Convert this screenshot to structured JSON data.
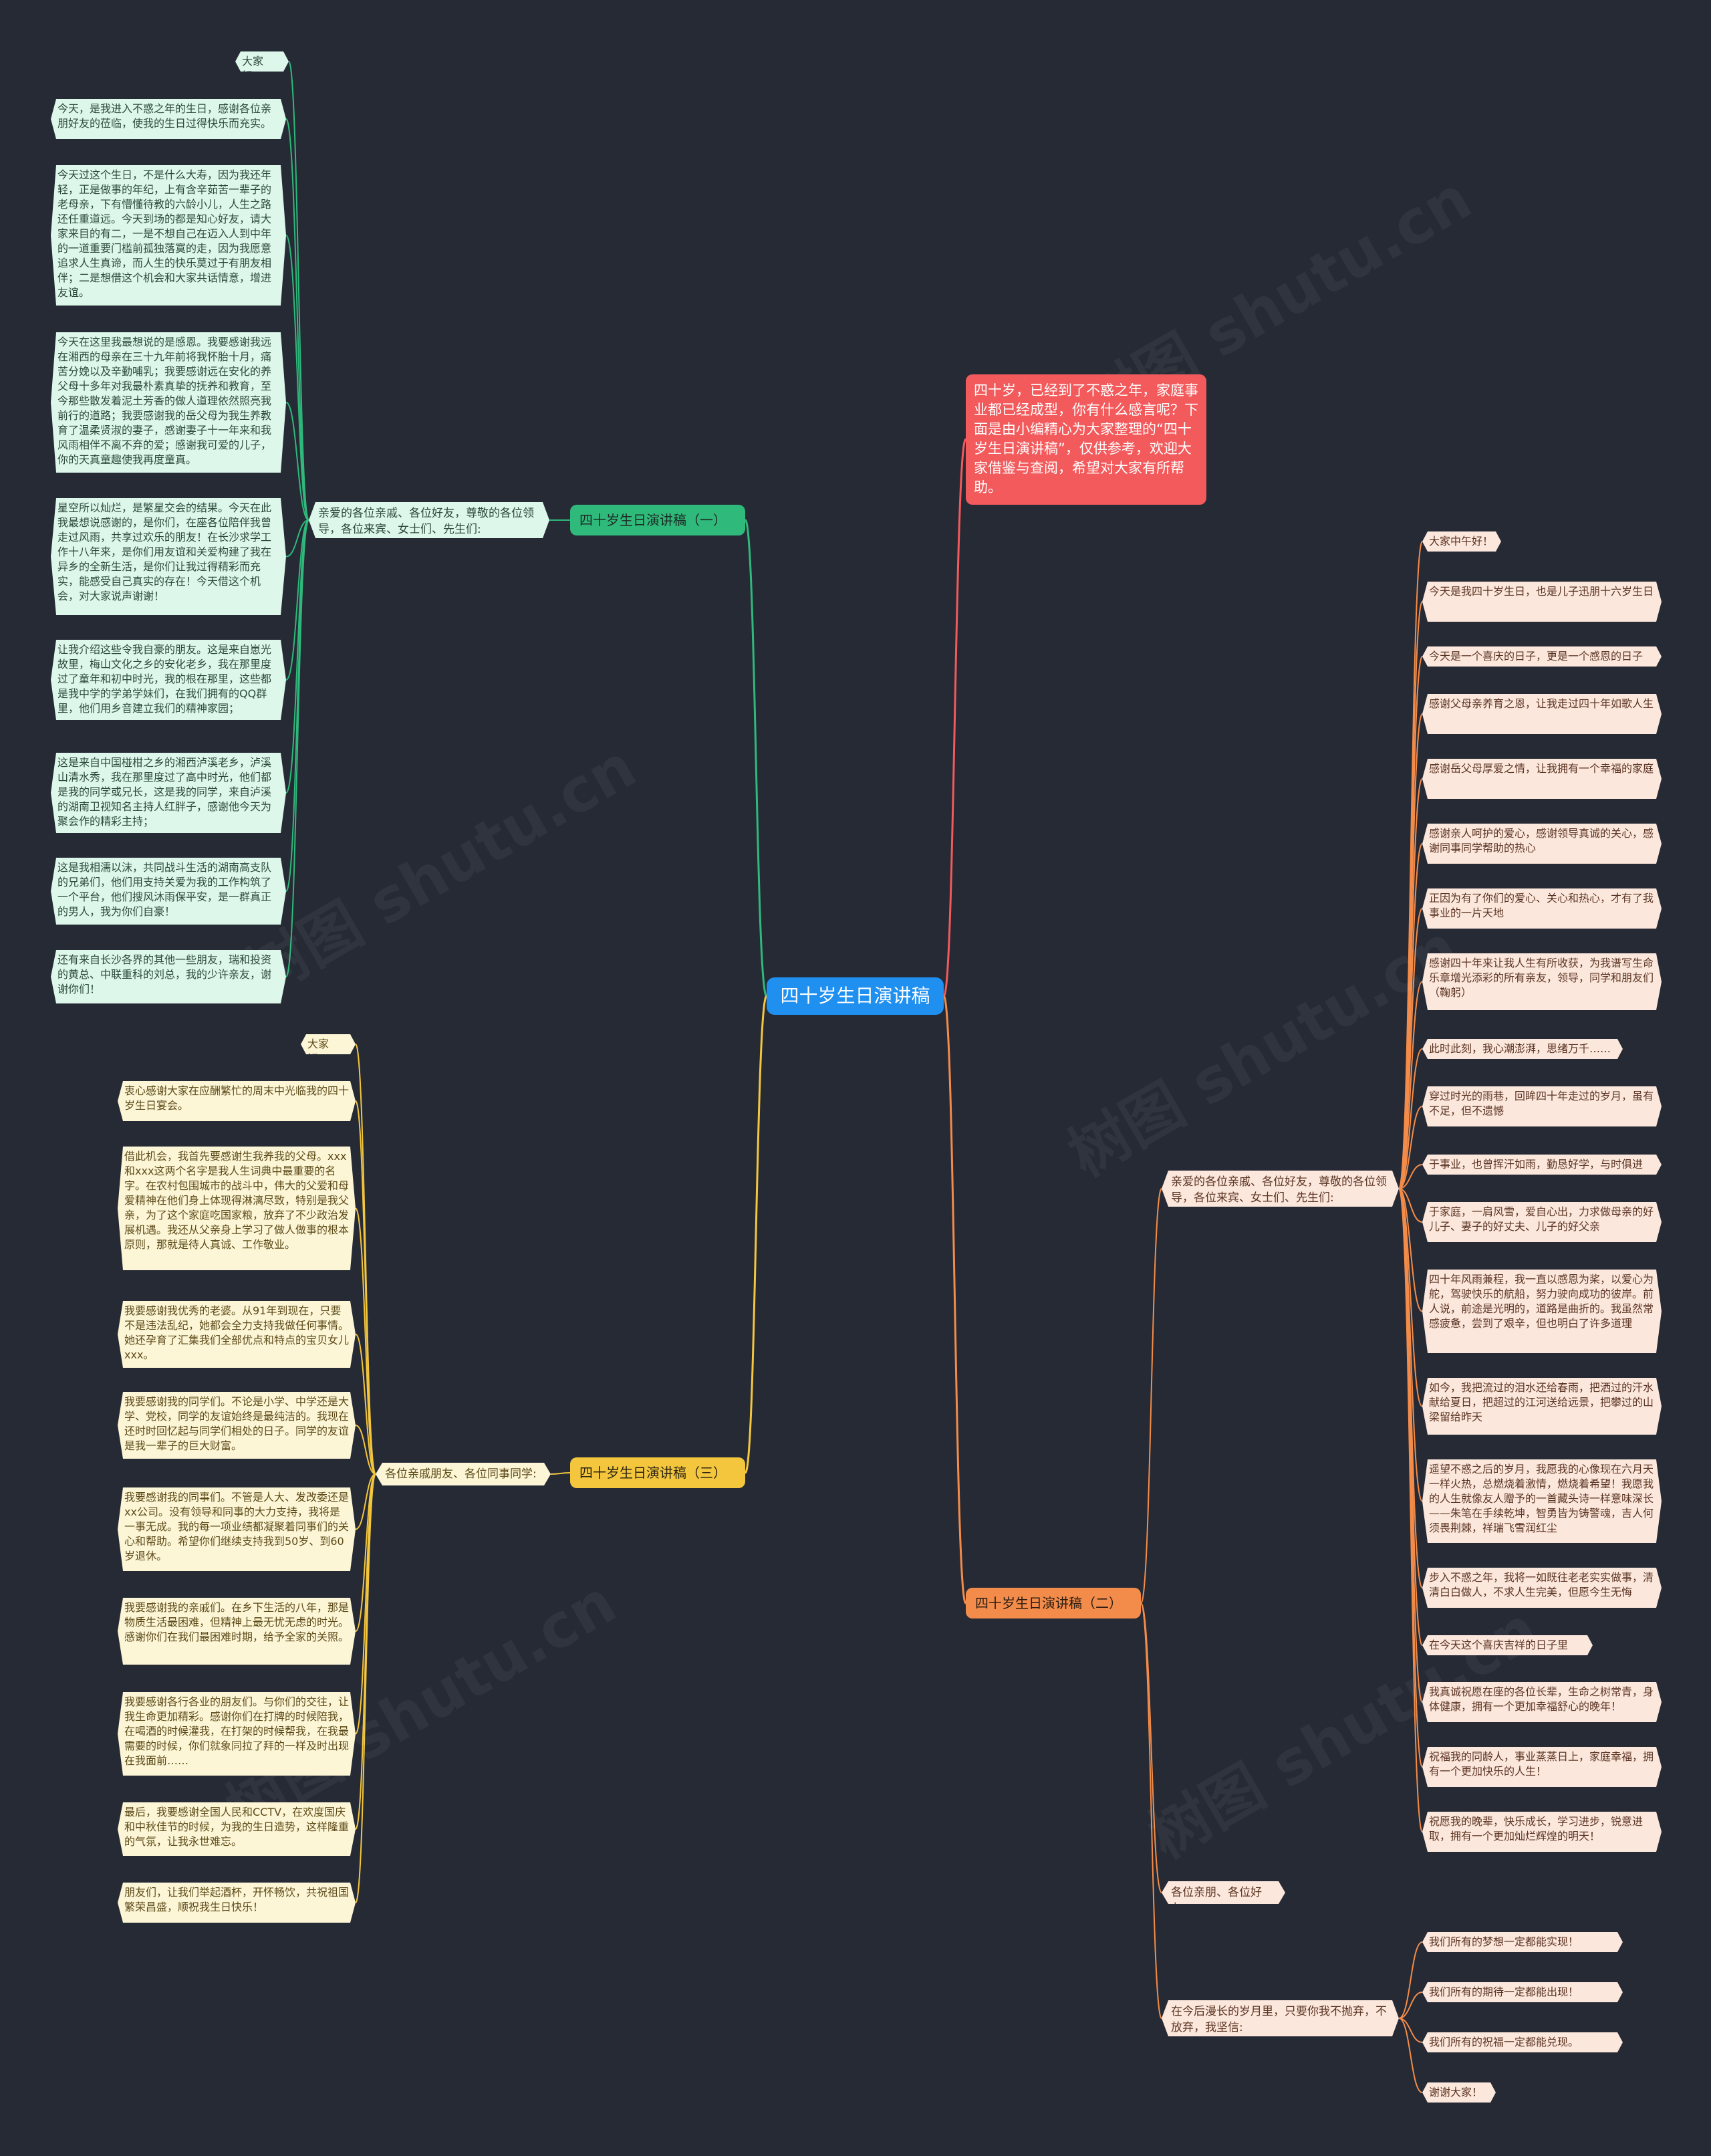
{
  "root": {
    "title": "四十岁生日演讲稿"
  },
  "intro": {
    "text": "四十岁，已经到了不惑之年，家庭事业都已经成型，你有什么感言呢？下面是由小编精心为大家整理的“四十岁生日演讲稿”，仅供参考，欢迎大家借鉴与查阅，希望对大家有所帮助。"
  },
  "branch1": {
    "title": "四十岁生日演讲稿（一）",
    "sub": "亲爱的各位亲戚、各位好友，尊敬的各位领导，各位来宾、女士们、先生们:",
    "leaves": [
      "大家好！",
      "今天，是我进入不惑之年的生日，感谢各位亲朋好友的莅临，使我的生日过得快乐而充实。",
      "今天过这个生日，不是什么大寿，因为我还年轻，正是做事的年纪，上有含辛茹苦一辈子的老母亲，下有懵懂待教的六龄小儿，人生之路还任重道远。今天到场的都是知心好友，请大家来目的有二，一是不想自己在迈入人到中年的一道重要门槛前孤独落寞的走，因为我愿意追求人生真谛，而人生的快乐莫过于有朋友相伴；二是想借这个机会和大家共话情意，增进友谊。",
      "今天在这里我最想说的是感恩。我要感谢我远在湘西的母亲在三十九年前将我怀胎十月，痛苦分娩以及辛勤哺乳；我要感谢远在安化的养父母十多年对我最朴素真挚的抚养和教育，至今那些散发着泥土芳香的做人道理依然照亮我前行的道路；我要感谢我的岳父母为我生养教育了温柔贤淑的妻子，感谢妻子十一年来和我风雨相伴不离不弃的爱；感谢我可爱的儿子，你的天真童趣使我再度童真。",
      "星空所以灿烂，是繁星交会的结果。今天在此我最想说感谢的，是你们，在座各位陪伴我曾走过风雨，共享过欢乐的朋友！在长沙求学工作十八年来，是你们用友谊和关爱构建了我在异乡的全新生活，是你们让我过得精彩而充实，能感受自己真实的存在！今天借这个机会，对大家说声谢谢！",
      "让我介绍这些令我自豪的朋友。这是来自崽光故里，梅山文化之乡的安化老乡，我在那里度过了童年和初中时光，我的根在那里，这些都是我中学的学弟学妹们，在我们拥有的QQ群里，他们用乡音建立我们的精神家园；",
      "这是来自中国椪柑之乡的湘西泸溪老乡，泸溪山清水秀，我在那里度过了高中时光，他们都是我的同学或兄长，这是我的同学，来自泸溪的湖南卫视知名主持人红胖子，感谢他今天为聚会作的精彩主持；",
      "这是我相濡以沫，共同战斗生活的湖南高支队的兄弟们，他们用支持关爱为我的工作构筑了一个平台，他们搜风沐雨保平安，是一群真正的男人，我为你们自豪！",
      "还有来自长沙各界的其他一些朋友，瑞和投资的黄总、中联重科的刘总，我的少许亲友，谢谢你们！"
    ]
  },
  "branch2": {
    "title": "四十岁生日演讲稿（二）",
    "sub1": "亲爱的各位亲戚、各位好友，尊敬的各位领导，各位来宾、女士们、先生们:",
    "leaves1": [
      "大家中午好！",
      "今天是我四十岁生日，也是儿子迅朋十六岁生日",
      "今天是一个喜庆的日子，更是一个感恩的日子",
      "感谢父母亲养育之恩，让我走过四十年如歌人生",
      "感谢岳父母厚爱之情，让我拥有一个幸福的家庭",
      "感谢亲人呵护的爱心，感谢领导真诚的关心，感谢同事同学帮助的热心",
      "正因为有了你们的爱心、关心和热心，才有了我事业的一片天地",
      "感谢四十年来让我人生有所收获，为我谱写生命乐章增光添彩的所有亲友，领导，同学和朋友们（鞠躬）",
      "此时此刻，我心潮澎湃，思绪万千……",
      "穿过时光的雨巷，回眸四十年走过的岁月，虽有不足，但不遗憾",
      "于事业，也曾挥汗如雨，勤恳好学，与时俱进",
      "于家庭，一肩风雪，爱自心出，力求做母亲的好儿子、妻子的好丈夫、儿子的好父亲",
      "四十年风雨兼程，我一直以感恩为桨，以爱心为舵，驾驶快乐的航船，努力驶向成功的彼岸。前人说，前途是光明的，道路是曲折的。我虽然常感疲惫，尝到了艰辛，但也明白了许多道理",
      "如今，我把流过的泪水还给春雨，把洒过的汗水献给夏日，把超过的江河送给远景，把攀过的山梁留给昨天",
      "遥望不惑之后的岁月，我愿我的心像现在六月天一样火热，总燃烧着激情，燃烧着希望！我愿我的人生就像友人赠予的一首藏头诗一样意味深长——朱笔在手续乾坤，智勇皆为铸警魂，吉人何须畏荆棘，祥瑞飞雪润红尘",
      "步入不惑之年，我将一如既往老老实实做事，清清白白做人，不求人生完美，但愿今生无悔",
      "在今天这个喜庆吉祥的日子里",
      "我真诚祝愿在座的各位长辈，生命之树常青，身体健康，拥有一个更加幸福舒心的晚年！",
      "祝福我的同龄人，事业蒸蒸日上，家庭幸福，拥有一个更加快乐的人生！",
      "祝愿我的晚辈，快乐成长，学习进步，锐意进取，拥有一个更加灿烂辉煌的明天！"
    ],
    "sub2": "各位亲朋、各位好友:",
    "sub3": "在今后漫长的岁月里，只要你我不抛弃，不放弃，我坚信:",
    "leaves3": [
      "我们所有的梦想一定都能实现！",
      "我们所有的期待一定都能出现！",
      "我们所有的祝福一定都能兑现。",
      "谢谢大家！"
    ]
  },
  "branch3": {
    "title": "四十岁生日演讲稿（三）",
    "sub": "各位亲戚朋友、各位同事同学:",
    "leaves": [
      "大家好！",
      "衷心感谢大家在应酬繁忙的周末中光临我的四十岁生日宴会。",
      "借此机会，我首先要感谢生我养我的父母。xxx和xxx这两个名字是我人生词典中最重要的名字。在农村包围城市的战斗中，伟大的父爱和母爱精神在他们身上体现得淋漓尽致，特别是我父亲，为了这个家庭吃国家粮，放弃了不少政治发展机遇。我还从父亲身上学习了做人做事的根本原则，那就是待人真诚、工作敬业。",
      "我要感谢我优秀的老婆。从91年到现在，只要不是违法乱纪，她都会全力支持我做任何事情。她还孕育了汇集我们全部优点和特点的宝贝女儿xxx。",
      "我要感谢我的同学们。不论是小学、中学还是大学、党校，同学的友谊始终是最纯洁的。我现在还时时回忆起与同学们相处的日子。同学的友谊是我一辈子的巨大财富。",
      "我要感谢我的同事们。不管是人大、发改委还是xx公司。没有领导和同事的大力支持，我将是一事无成。我的每一项业绩都凝聚着同事们的关心和帮助。希望你们继续支持我到50岁、到60岁退休。",
      "我要感谢我的亲戚们。在乡下生活的八年，那是物质生活最困难，但精神上最无忧无虑的时光。感谢你们在我们最困难时期，给予全家的关照。",
      "我要感谢各行各业的朋友们。与你们的交往，让我生命更加精彩。感谢你们在打牌的时候陪我，在喝酒的时候灌我，在打架的时候帮我，在我最需要的时候，你们就象同拉了拜的一样及时出现在我面前……",
      "最后，我要感谢全国人民和CCTV，在欢度国庆和中秋佳节的时候，为我的生日造势，这样隆重的气氛，让我永世难忘。",
      "朋友们，让我们举起酒杯，开怀畅饮，共祝祖国繁荣昌盛，顺祝我生日快乐！"
    ]
  },
  "watermark": {
    "text": "树图 shutu.cn"
  },
  "colors": {
    "background": "#252a35",
    "root": "#1f8ff0",
    "intro": "#f25a5c",
    "branch1": "#2fb97b",
    "branch2": "#f38c4a",
    "branch3": "#f3c63e"
  }
}
